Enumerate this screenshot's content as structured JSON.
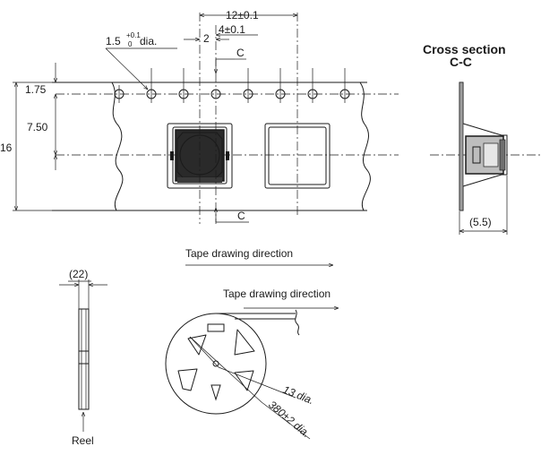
{
  "labels": {
    "pitch": "12±0.1",
    "hole_offset": "4±0.1",
    "hole_gap": "2",
    "hole_dia_main": "1.5",
    "hole_dia_tol_upper": "+0.1",
    "hole_dia_tol_lower": "0",
    "hole_dia_suffix": "dia.",
    "section_mark_top": "C",
    "section_mark_bottom": "C",
    "edge_to_hole": "1.75",
    "hole_to_center": "7.50",
    "tape_width": "16",
    "cross_title_line1": "Cross section",
    "cross_title_line2": "C-C",
    "cross_depth": "(5.5)",
    "tape_direction_1": "Tape drawing direction",
    "tape_direction_2": "Tape drawing direction",
    "reel_width": "(22)",
    "reel_label": "Reel",
    "hub_dia": "13 dia.",
    "reel_dia": "380±2 dia."
  }
}
